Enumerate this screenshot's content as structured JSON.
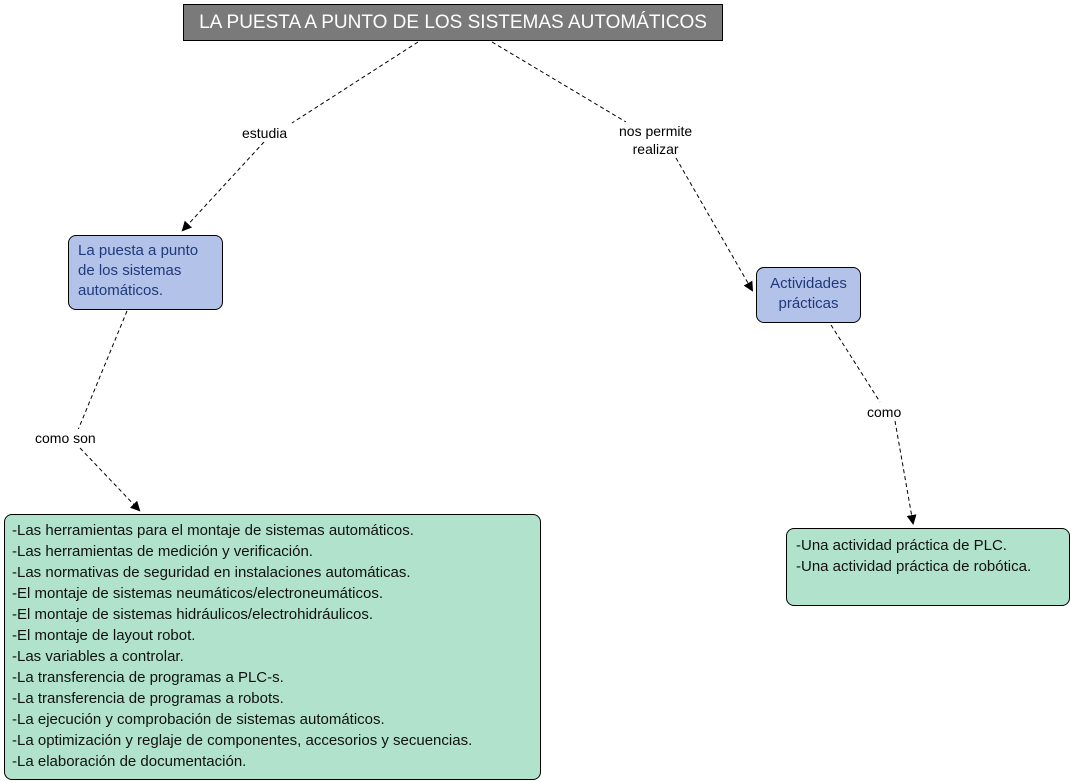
{
  "root": {
    "title": "LA PUESTA A PUNTO DE LOS SISTEMAS AUTOMÁTICOS"
  },
  "links": {
    "estudia": "estudia",
    "nos_permite": "nos permite",
    "realizar": "realizar",
    "como_son": "como son",
    "como": "como"
  },
  "left_concept": {
    "lines": [
      "La puesta a punto",
      "de los sistemas",
      "automáticos."
    ]
  },
  "right_concept": {
    "lines": [
      "Actividades",
      "prácticas"
    ]
  },
  "left_list": {
    "items": [
      "-Las herramientas para el montaje de sistemas automáticos.",
      "-Las herramientas de medición y verificación.",
      "-Las normativas de seguridad en instalaciones automáticas.",
      "-El montaje de sistemas neumáticos/electroneumáticos.",
      "-El montaje de sistemas hidráulicos/electrohidráulicos.",
      "-El montaje de layout robot.",
      "-Las variables a controlar.",
      "-La transferencia de programas a PLC-s.",
      "-La transferencia de programas a robots.",
      "-La ejecución y comprobación de sistemas automáticos.",
      "-La optimización y reglaje de componentes, accesorios y secuencias.",
      "-La elaboración de documentación."
    ]
  },
  "right_list": {
    "items": [
      "-Una actividad práctica de PLC.",
      "-Una actividad práctica de robótica."
    ]
  },
  "colors": {
    "root_fill": "#7a7a7a",
    "concept_fill": "#b3c2e8",
    "list_fill": "#b1e3cc",
    "concept_text": "#1f3a7a"
  }
}
